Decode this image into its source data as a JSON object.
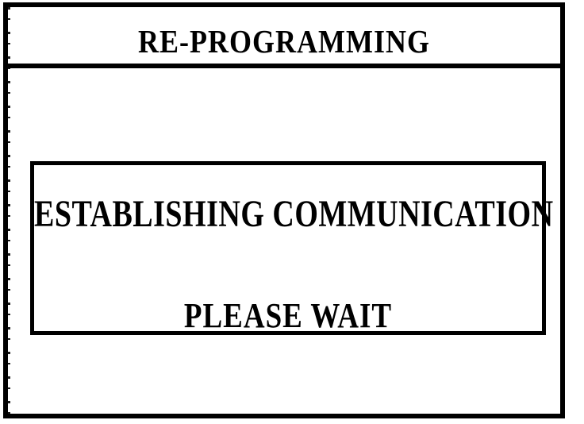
{
  "screen": {
    "title": "RE-PROGRAMMING"
  },
  "dialog": {
    "message_line1": "ESTABLISHING COMMUNICATION",
    "message_line2": "PLEASE WAIT"
  },
  "colors": {
    "ink": "#000000",
    "paper": "#ffffff"
  }
}
